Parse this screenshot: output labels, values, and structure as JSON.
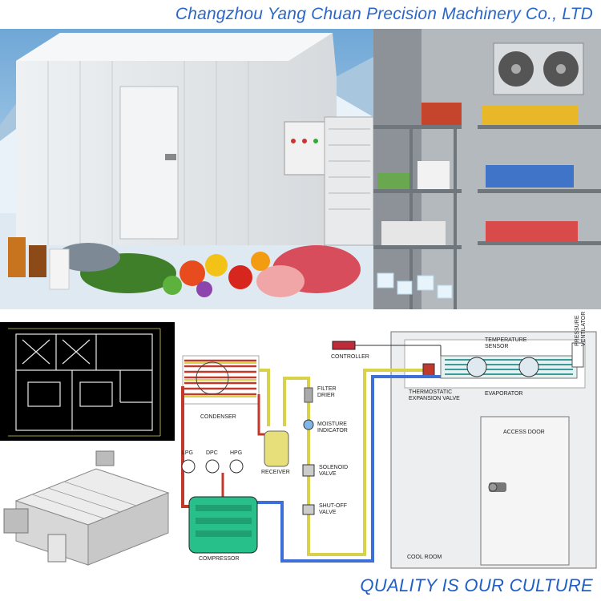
{
  "header": {
    "company_name": "Changzhou Yang Chuan Precision Machinery Co., LTD"
  },
  "footer": {
    "tagline": "QUALITY IS OUR CULTURE"
  },
  "diagram": {
    "labels": {
      "controller": "CONTROLLER",
      "temperature_sensor": "TEMPERATURE\nSENSOR",
      "pressure_ventilator": "PRESSURE\nVENTILATOR",
      "condenser": "CONDENSER",
      "filter_drier": "FILTER\nDRIER",
      "moisture_indicator": "MOISTURE\nINDICATOR",
      "receiver": "RECEIVER",
      "solenoid_valve": "SOLENOID\nVALVE",
      "shut_off_valve": "SHUT-OFF\nVALVE",
      "lpg": "LPG",
      "dpc": "DPC",
      "hpg": "HPG",
      "compressor": "COMPRESSOR",
      "thermostatic_expansion_valve": "THERMOSTATIC\nEXPANSION VALVE",
      "evaporator": "EVAPORATOR",
      "access_door": "ACCESS DOOR",
      "cool_room": "COOL ROOM"
    }
  },
  "colors": {
    "brand_blue": "#2b67c9",
    "hot_line": "#c0392b",
    "liquid_line": "#d8d24a",
    "suction_line": "#3d6fd6",
    "compressor": "#27c08a"
  }
}
